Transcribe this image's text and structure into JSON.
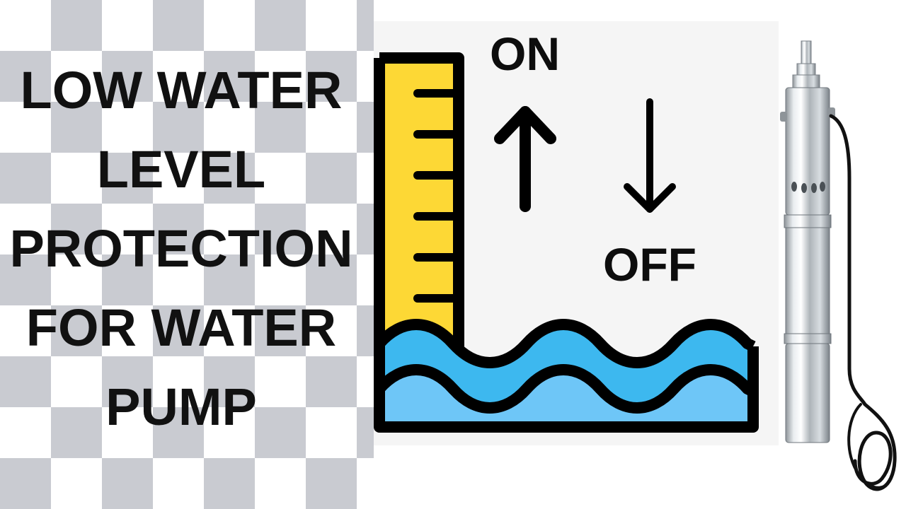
{
  "title": {
    "lines": [
      "LOW WATER",
      "LEVEL",
      "PROTECTION",
      "FOR WATER",
      "PUMP"
    ]
  },
  "diagram": {
    "on_label": "ON",
    "off_label": "OFF",
    "ruler_color": "#fdd835",
    "water_top_color": "#3db8ef",
    "water_bottom_color": "#6ec6f7",
    "outline_color": "#000000"
  },
  "icons": {
    "up_arrow": "arrow-up-icon",
    "down_arrow": "arrow-down-icon",
    "pump": "submersible-pump-icon"
  }
}
